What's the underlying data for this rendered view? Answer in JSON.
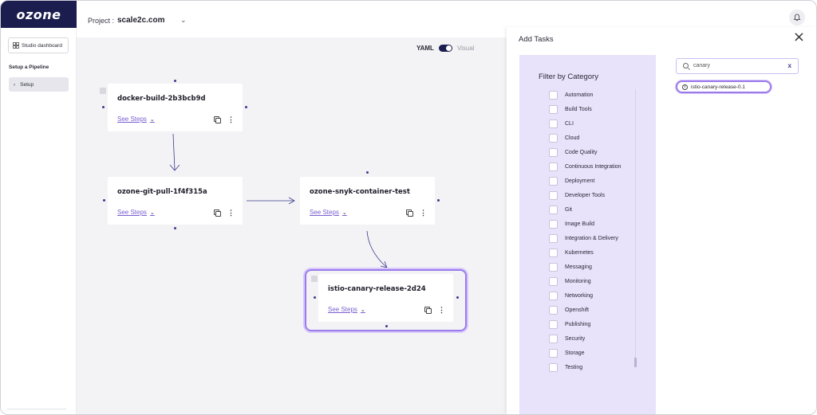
{
  "app": {
    "logo": "ozone"
  },
  "header": {
    "project_label": "Project :",
    "project_value": "scale2c.com"
  },
  "sidebar": {
    "studio_dashboard": "Studio dashboard",
    "section_title": "Setup a Pipeline",
    "items": [
      {
        "label": "Setup"
      }
    ]
  },
  "canvas": {
    "toggle": {
      "yaml_label": "YAML",
      "visual_label": "Visual",
      "selected": "YAML"
    },
    "nodes": [
      {
        "title": "docker-build-2b3bcb9d",
        "see_steps": "See Steps"
      },
      {
        "title": "ozone-git-pull-1f4f315a",
        "see_steps": "See Steps"
      },
      {
        "title": "ozone-snyk-container-test",
        "see_steps": "See Steps"
      },
      {
        "title": "istio-canary-release-2d24",
        "see_steps": "See Steps"
      }
    ]
  },
  "panel": {
    "title": "Add Tasks",
    "filter_title": "Filter by Category",
    "categories": [
      "Automation",
      "Build Tools",
      "CLI",
      "Cloud",
      "Code Quality",
      "Continuous Integration",
      "Deployment",
      "Developer Tools",
      "Git",
      "Image Build",
      "Integration & Delivery",
      "Kubernetes",
      "Messaging",
      "Monitoring",
      "Networking",
      "Openshift",
      "Publishing",
      "Security",
      "Storage",
      "Testing"
    ],
    "search_value": "canary",
    "clear_icon": "x",
    "results": [
      {
        "label": "istio-canary-release-0.1"
      }
    ]
  },
  "colors": {
    "brand": "#1a1d4e",
    "accent": "#7a5fd0",
    "highlight": "#9b7bea",
    "filter_bg": "#e9e2fb"
  }
}
